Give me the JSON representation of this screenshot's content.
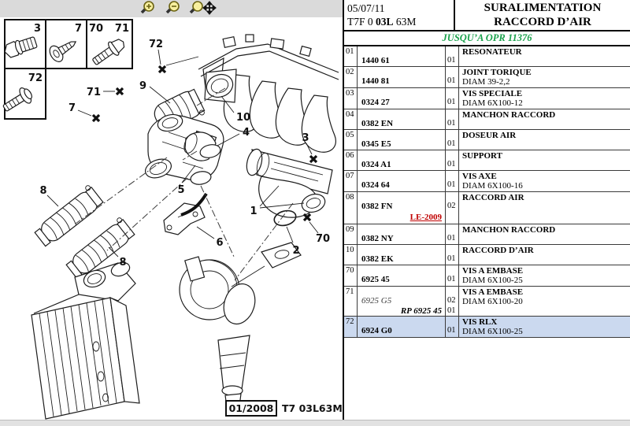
{
  "toolbar": {
    "icons": [
      {
        "name": "zoom-in"
      },
      {
        "name": "zoom-out"
      },
      {
        "name": "zoom-pan"
      }
    ]
  },
  "legend": {
    "cells": [
      {
        "label": "3"
      },
      {
        "label": "7"
      },
      {
        "label": "70",
        "label2": "71"
      },
      {
        "label": "72"
      }
    ]
  },
  "diagram": {
    "callouts": [
      {
        "label": "72"
      },
      {
        "label": "9"
      },
      {
        "label": "71"
      },
      {
        "label": "7"
      },
      {
        "label": "10"
      },
      {
        "label": "4"
      },
      {
        "label": "3"
      },
      {
        "label": "5"
      },
      {
        "label": "1"
      },
      {
        "label": "8"
      },
      {
        "label": "8"
      },
      {
        "label": "6"
      },
      {
        "label": "2"
      },
      {
        "label": "70"
      }
    ],
    "footer": {
      "date_box": "01/2008",
      "code": "T7 03L63M"
    }
  },
  "header": {
    "date": "05/07/11",
    "code_prefix": "T7F 0 ",
    "code_bold": "03L",
    "code_suffix": " 63M",
    "title_line1": "SURALIMENTATION",
    "title_line2": "RACCORD D’AIR",
    "validity": "JUSQU’A OPR 11376",
    "validity_color": "#1aa14c"
  },
  "table": {
    "highlight_color": "#cbd9ef",
    "note_color": "#c00000",
    "rows": [
      {
        "index": "01",
        "ref": "1440 61",
        "qty": "01",
        "name": "RESONATEUR",
        "detail": ""
      },
      {
        "index": "02",
        "ref": "1440 81",
        "qty": "01",
        "name": "JOINT TORIQUE",
        "detail": "DIAM 39-2,2"
      },
      {
        "index": "03",
        "ref": "0324 27",
        "qty": "01",
        "name": "VIS SPECIALE",
        "detail": "DIAM 6X100-12"
      },
      {
        "index": "04",
        "ref": "0382 EN",
        "qty": "01",
        "name": "MANCHON RACCORD",
        "detail": ""
      },
      {
        "index": "05",
        "ref": "0345 E5",
        "qty": "01",
        "name": "DOSEUR AIR",
        "detail": ""
      },
      {
        "index": "06",
        "ref": "0324 A1",
        "qty": "01",
        "name": "SUPPORT",
        "detail": ""
      },
      {
        "index": "07",
        "ref": "0324 64",
        "qty": "01",
        "name": "VIS AXE",
        "detail": "DIAM 6X100-16"
      },
      {
        "index": "08",
        "ref": "0382 FN",
        "qty": "02",
        "name": "RACCORD AIR",
        "detail": "",
        "note": "LE-2009"
      },
      {
        "index": "09",
        "ref": "0382 NY",
        "qty": "01",
        "name": "MANCHON RACCORD",
        "detail": ""
      },
      {
        "index": "10",
        "ref": "0382 EK",
        "qty": "01",
        "name": "RACCORD D’AIR",
        "detail": ""
      },
      {
        "index": "70",
        "ref": "6925 45",
        "qty": "01",
        "name": "VIS A EMBASE",
        "detail": "DIAM 6X100-25"
      },
      {
        "index": "71",
        "ref": "6925 G5",
        "ref_style": "italic",
        "qty": "02",
        "name": "VIS A EMBASE",
        "detail": "DIAM 6X100-20",
        "sub_ref": "RP 6925 45",
        "sub_qty": "01"
      },
      {
        "index": "72",
        "ref": "6924 G0",
        "qty": "01",
        "name": "VIS RLX",
        "detail": "DIAM 6X100-25",
        "highlight": true
      }
    ]
  }
}
